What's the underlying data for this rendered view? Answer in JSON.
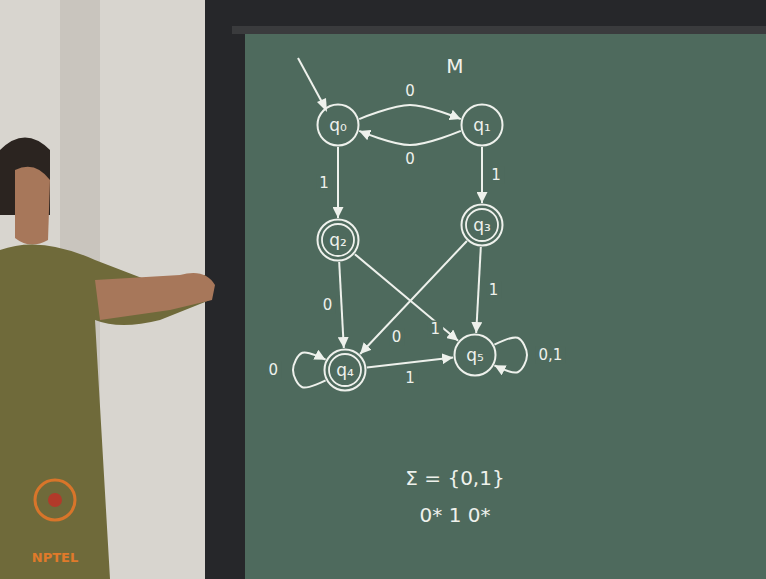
{
  "diagram": {
    "title": "M",
    "nodes": [
      {
        "text": [
          "q₀"
        ]
      },
      {
        "text": [
          "q₁"
        ]
      },
      {
        "text": [
          "q₂"
        ]
      },
      {
        "text": [
          "q₃"
        ]
      },
      {
        "text": [
          "q₄"
        ]
      },
      {
        "text": [
          "q₅"
        ]
      }
    ],
    "edges": [
      {
        "from": 0,
        "to": 1,
        "label": "0",
        "arrow": "to"
      },
      {
        "from": 1,
        "to": 0,
        "label": "0",
        "arrow": "to"
      },
      {
        "from": 0,
        "to": 2,
        "label": "1",
        "arrow": "to"
      },
      {
        "from": 1,
        "to": 3,
        "label": "1",
        "arrow": "to"
      },
      {
        "from": 2,
        "to": 4,
        "label": "0",
        "arrow": "to"
      },
      {
        "from": 2,
        "to": 5,
        "label": "1",
        "arrow": "to"
      },
      {
        "from": 3,
        "to": 4,
        "label": "0",
        "arrow": "to"
      },
      {
        "from": 3,
        "to": 5,
        "label": "1",
        "arrow": "to"
      },
      {
        "from": 4,
        "to": 5,
        "label": "1",
        "arrow": "to"
      },
      {
        "from": 4,
        "to": 4,
        "label": "0",
        "arrow": "to"
      },
      {
        "from": 5,
        "to": 5,
        "label": "0,1",
        "arrow": "to"
      }
    ],
    "labels": [
      "Σ = {0,1}",
      "0* 1 0*",
      "NPTEL"
    ]
  }
}
